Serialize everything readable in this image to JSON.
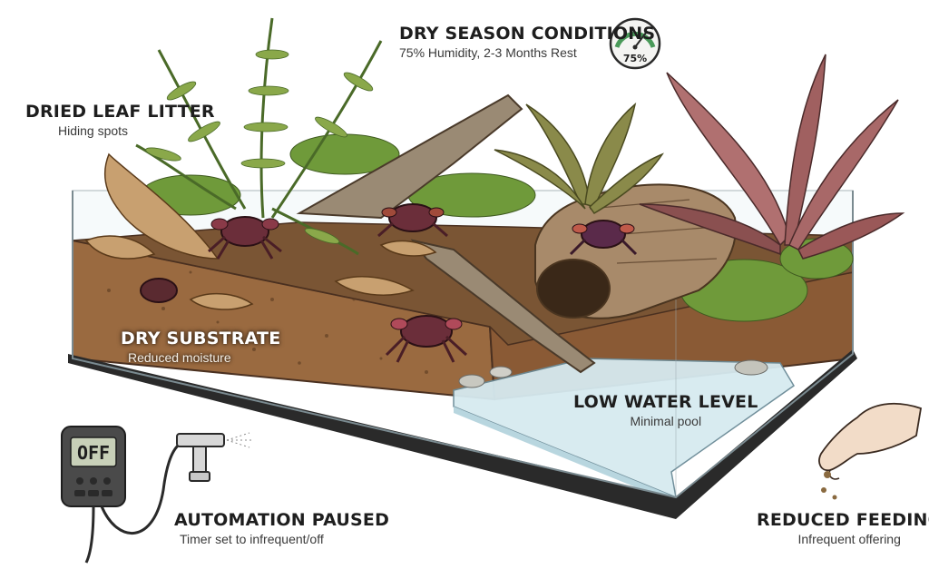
{
  "labels": {
    "leaf_litter": {
      "title": "DRIED LEAF LITTER",
      "subtitle": "Hiding spots"
    },
    "dry_season": {
      "title": "DRY SEASON CONDITIONS",
      "subtitle": "75% Humidity, 2-3 Months Rest"
    },
    "substrate": {
      "title": "DRY SUBSTRATE",
      "subtitle": "Reduced moisture"
    },
    "water": {
      "title": "LOW WATER LEVEL",
      "subtitle": "Minimal pool"
    },
    "automation": {
      "title": "AUTOMATION PAUSED",
      "subtitle": "Timer set to infrequent/off"
    },
    "feeding": {
      "title": "REDUCED FEEDING",
      "subtitle": "Infrequent offering"
    }
  },
  "gauge": {
    "value_label": "75%",
    "level": 0.75
  },
  "timer": {
    "display": "OFF"
  },
  "icons": [
    "humidity-gauge-icon",
    "timer-controller-icon",
    "misting-nozzle-icon",
    "hand-feeding-icon",
    "crab-icon"
  ],
  "colors": {
    "soil": "#8a5a35",
    "water": "#cfe6ee",
    "moss": "#6f9a3a",
    "crab": "#6b2e3a",
    "gauge_green": "#4a9a5a"
  }
}
